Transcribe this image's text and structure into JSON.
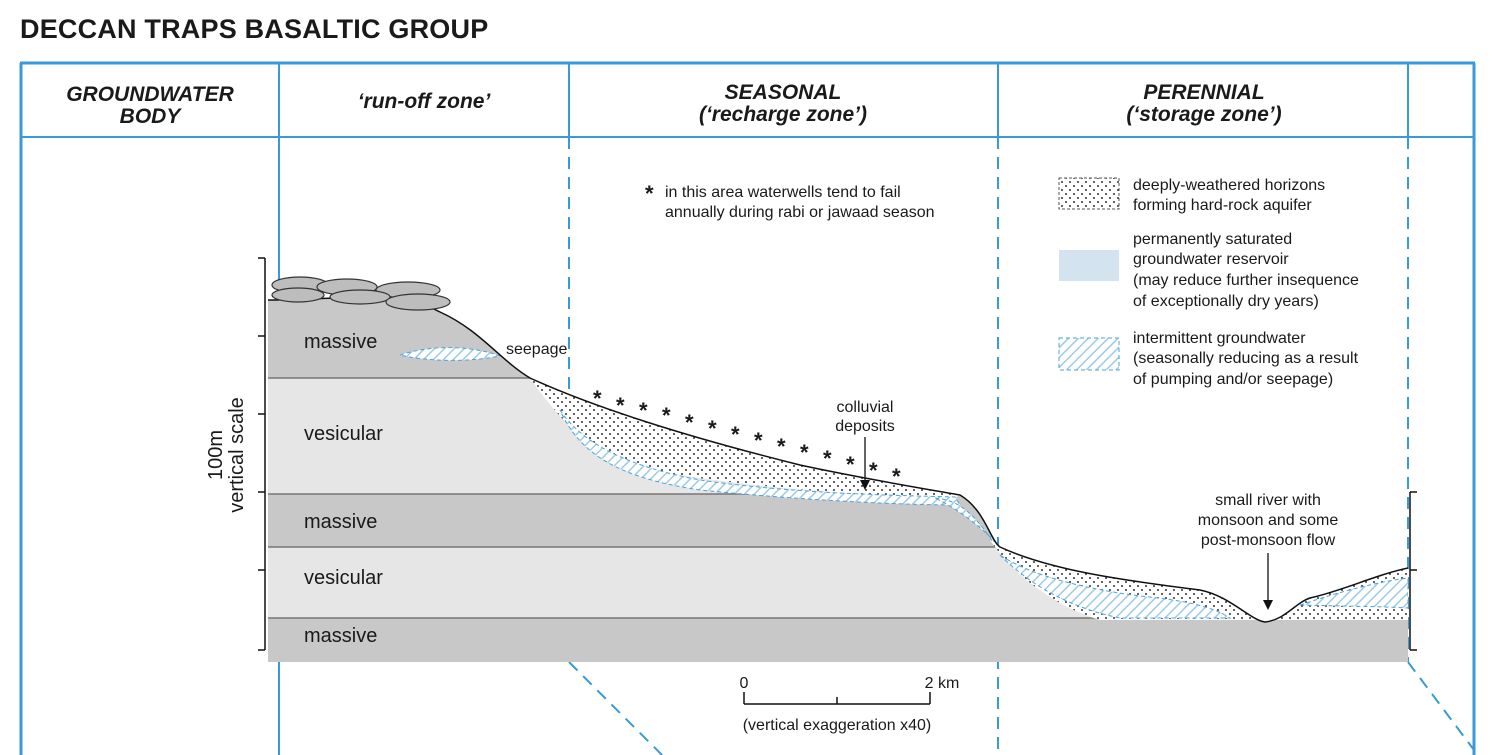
{
  "title": "DECCAN TRAPS BASALTIC GROUP",
  "headers": {
    "groundwater_body": [
      "GROUNDWATER",
      "BODY"
    ],
    "runoff": "‘run-off  zone’",
    "seasonal": [
      "SEASONAL",
      "(‘recharge zone’)"
    ],
    "perennial": [
      "PERENNIAL",
      "(‘storage zone’)"
    ]
  },
  "vertical_scale": [
    "100m",
    "vertical scale"
  ],
  "layers": [
    {
      "label": "massive",
      "type": "massive"
    },
    {
      "label": "vesicular",
      "type": "vesicular"
    },
    {
      "label": "massive",
      "type": "massive"
    },
    {
      "label": "vesicular",
      "type": "vesicular"
    },
    {
      "label": "massive",
      "type": "massive"
    }
  ],
  "annotations": {
    "star_note_symbol": "*",
    "star_note": [
      "in this area waterwells tend to fail",
      "annually during rabi or jawaad season"
    ],
    "seepage": "seepage",
    "colluvial": [
      "colluvial",
      "deposits"
    ],
    "river": [
      "small river with",
      "monsoon and some",
      "post-monsoon flow"
    ]
  },
  "legend": [
    {
      "key": "hard-rock-aquifer",
      "lines": [
        "deeply-weathered horizons",
        "forming hard-rock aquifer"
      ]
    },
    {
      "key": "saturated-reservoir",
      "lines": [
        "permanently saturated",
        "groundwater reservoir",
        "(may reduce further insequence",
        "of exceptionally dry years)"
      ]
    },
    {
      "key": "intermittent-groundwater",
      "lines": [
        "intermittent groundwater",
        "(seasonally reducing as a result",
        "of pumping and/or seepage)"
      ]
    }
  ],
  "scale_bar": {
    "start": "0",
    "end": "2 km",
    "caption": "(vertical exaggeration x40)"
  },
  "colors": {
    "frame": "#3a9ad9",
    "massive": "#c8c8c8",
    "vesicular": "#e6e6e6",
    "saturated": "#d3e3f0",
    "water": "#4da3db"
  }
}
